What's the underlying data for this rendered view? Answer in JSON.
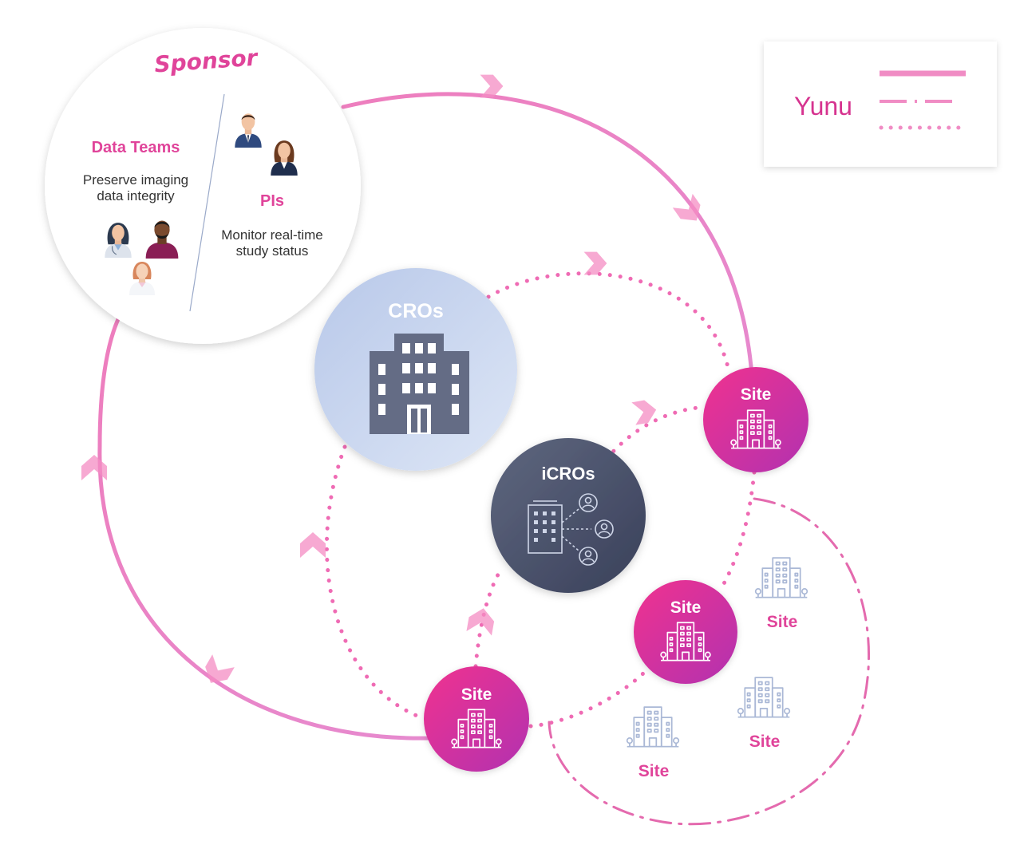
{
  "sponsor": {
    "title": "Sponsor",
    "data_teams": {
      "title": "Data Teams",
      "desc_line1": "Preserve imaging",
      "desc_line2": "data integrity",
      "people_icons": [
        "female-doctor-icon",
        "male-person-icon",
        "female-nurse-icon"
      ]
    },
    "pis": {
      "title": "PIs",
      "desc_line1": "Monitor real-time",
      "desc_line2": "study status",
      "people_icons": [
        "businessman-icon",
        "businesswoman-icon"
      ]
    }
  },
  "nodes": {
    "cros": {
      "label": "CROs",
      "icon": "office-building-icon"
    },
    "icros": {
      "label": "iCROs",
      "icon": "building-network-icon"
    },
    "site_top_right": {
      "label": "Site",
      "icon": "hospital-building-icon"
    },
    "site_middle": {
      "label": "Site",
      "icon": "hospital-building-icon"
    },
    "site_bottom": {
      "label": "Site",
      "icon": "hospital-building-icon"
    },
    "site_faded_1": {
      "label": "Site",
      "icon": "hospital-building-icon"
    },
    "site_faded_2": {
      "label": "Site",
      "icon": "hospital-building-icon"
    },
    "site_faded_3": {
      "label": "Site",
      "icon": "hospital-building-icon"
    }
  },
  "legend": {
    "label": "Yunu",
    "line_styles": [
      "solid",
      "dash-dot",
      "dotted"
    ]
  },
  "colors": {
    "pink": "#e0449a",
    "magenta": "#d6338f",
    "line_pink": "#f08cc4",
    "cro_blue": "#c5d3ee",
    "icro_dark": "#4d5570",
    "faded_blue": "#aab8d6",
    "text_gray": "#333333"
  }
}
